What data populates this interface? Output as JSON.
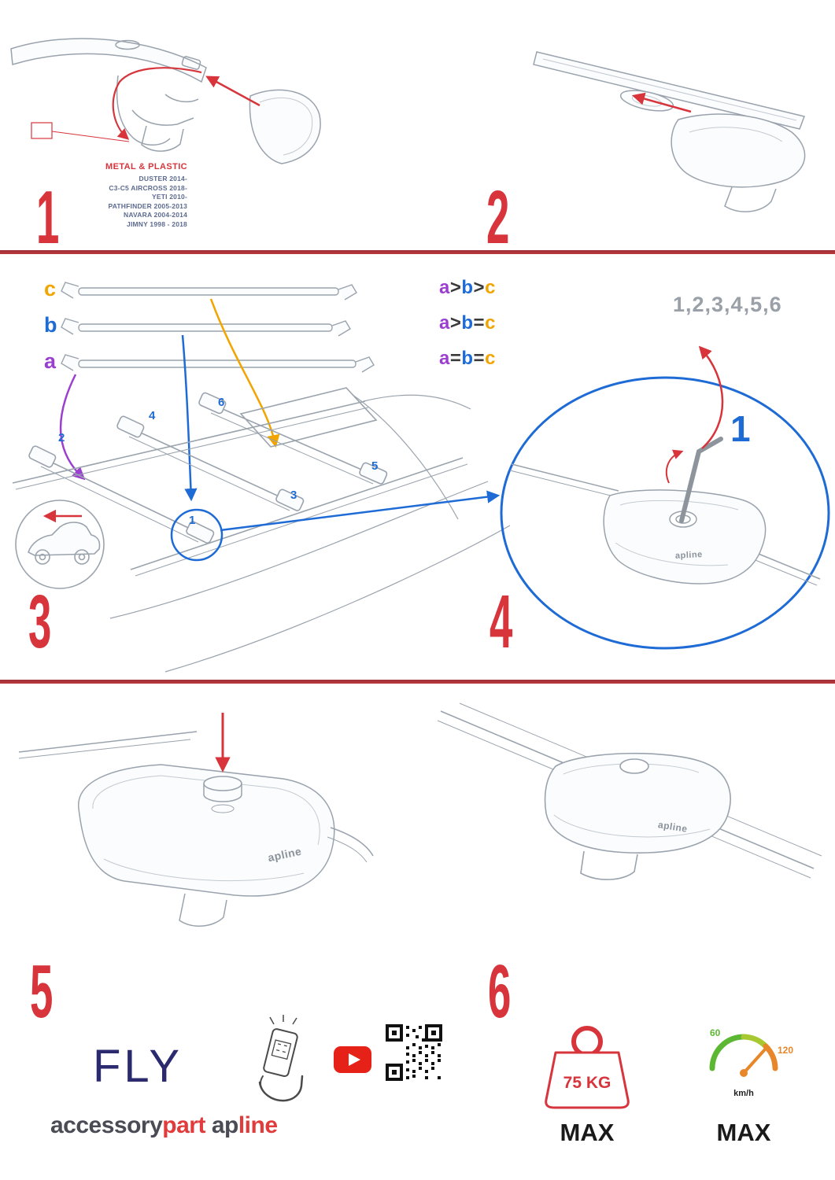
{
  "step1": {
    "number": "1",
    "material": "METAL & PLASTIC",
    "models": [
      "DUSTER 2014-",
      "C3-C5 AIRCROSS 2018-",
      "YETI 2010-",
      "PATHFINDER 2005-2013",
      "NAVARA 2004-2014",
      "JIMNY 1998 - 2018"
    ]
  },
  "step2": {
    "number": "2"
  },
  "step3": {
    "number": "3",
    "labels": {
      "a": "a",
      "b": "b",
      "c": "c"
    },
    "comparisons": [
      {
        "l1": "a",
        "o1": ">",
        "l2": "b",
        "o2": ">",
        "l3": "c"
      },
      {
        "l1": "a",
        "o1": ">",
        "l2": "b",
        "o2": "=",
        "l3": "c"
      },
      {
        "l1": "a",
        "o1": "=",
        "l2": "b",
        "o2": "=",
        "l3": "c"
      }
    ],
    "positions": [
      "1",
      "2",
      "3",
      "4",
      "5",
      "6"
    ]
  },
  "step4": {
    "number": "4",
    "sequence": "1,2,3,4,5,6",
    "first": "1",
    "brand_mark": "apline"
  },
  "step5": {
    "number": "5",
    "brand_mark": "apline"
  },
  "step6": {
    "number": "6",
    "brand_mark": "apline"
  },
  "footer": {
    "product": "FLY",
    "brand_accessory": "accessory",
    "brand_part": "part",
    "brand_ap": "ap",
    "brand_line": "line",
    "weight_value": "75 KG",
    "weight_max": "MAX",
    "speed_min": "60",
    "speed_max": "120",
    "speed_unit": "km/h",
    "speed_label": "MAX"
  },
  "colors": {
    "accent_red": "#d7343c",
    "blue": "#1e6bd6",
    "purple": "#9b3fd1",
    "orange": "#f2a400",
    "navy": "#2b2a6e",
    "brand_gray": "#4b4b55",
    "brand_red": "#e23b3b",
    "youtube_red": "#e62117",
    "gauge_green": "#5cb832",
    "gauge_orange": "#e8862a",
    "line_gray": "#9aa3ad"
  }
}
